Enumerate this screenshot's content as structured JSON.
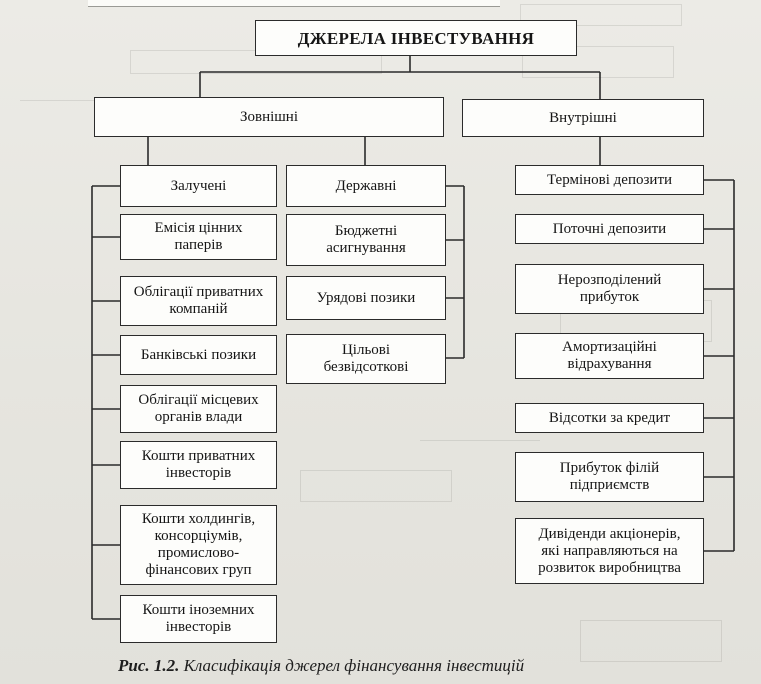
{
  "title": "ДЖЕРЕЛА ІНВЕСТУВАННЯ",
  "groups": {
    "external": "Зовнішні",
    "internal": "Внутрішні"
  },
  "subgroups": {
    "raised": "Залучені",
    "state": "Державні"
  },
  "raised_items": [
    "Емісія цінних\nпаперів",
    "Облігації приватних\nкомпаній",
    "Банківські позики",
    "Облігації місцевих\nорганів влади",
    "Кошти приватних\nінвесторів",
    "Кошти холдингів,\nконсорціумів,\nпромислово-\nфінансових груп",
    "Кошти іноземних\nінвесторів"
  ],
  "state_items": [
    "Бюджетні\nасигнування",
    "Урядові позики",
    "Цільові\nбезвідсоткові"
  ],
  "internal_items": [
    "Термінові депозити",
    "Поточні депозити",
    "Нерозподілений\nприбуток",
    "Амортизаційні\nвідрахування",
    "Відсотки за кредит",
    "Прибуток філій\nпідприємств",
    "Дивіденди акціонерів,\nякі направляються на\nрозвиток виробництва"
  ],
  "caption": {
    "label": "Рис. 1.2.",
    "text": "Класифікація джерел фінансування інвестицій"
  }
}
